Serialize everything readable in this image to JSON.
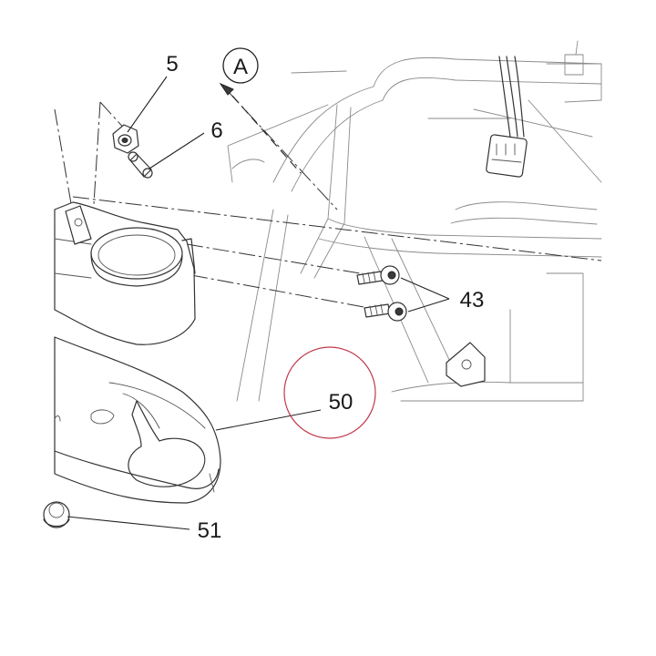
{
  "callouts": {
    "part_5": "5",
    "part_6": "6",
    "part_43": "43",
    "part_50": "50",
    "part_51": "51",
    "view_a": "A"
  },
  "colors": {
    "highlight_circle": "#c0384b",
    "line": "#333333"
  }
}
